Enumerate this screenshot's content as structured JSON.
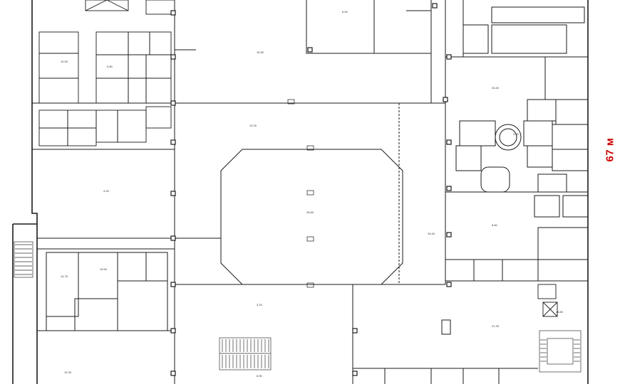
{
  "dimension": {
    "text": "67 м",
    "color": "#cc0000"
  },
  "colors": {
    "wall": "#1a1a1a",
    "thin": "#555555",
    "hatch": "#777777"
  },
  "room_labels": [
    "15.50",
    "6.90",
    "12.00",
    "4.25",
    "26.80",
    "33.40",
    "8.60",
    "3.15",
    "21.35",
    "10.90",
    "5.80",
    "14.75"
  ],
  "icons": [
    "stair-icon",
    "elevator-icon",
    "column-icon"
  ]
}
